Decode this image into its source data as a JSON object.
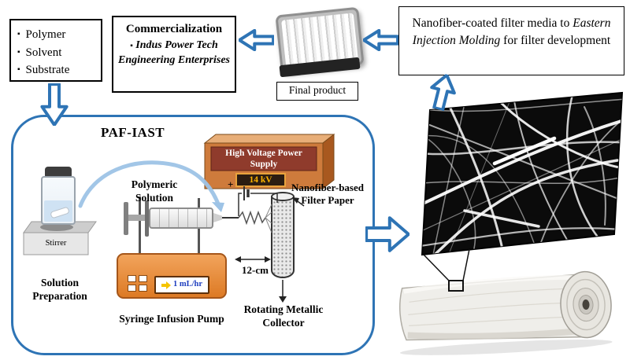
{
  "ui": {
    "bullet": "▪"
  },
  "inputs_box": {
    "items": [
      "Polymer",
      "Solvent",
      "Substrate"
    ]
  },
  "commercialization": {
    "title": "Commercialization",
    "partner": "Indus Power Tech Engineering Enterprises"
  },
  "final_product": {
    "caption": "Final product"
  },
  "handoff": {
    "pre": "Nanofiber-coated filter media to ",
    "emphasis": "Eastern Injection Molding",
    "post": " for filter development"
  },
  "lab": {
    "title": "PAF-IAST",
    "power_supply": {
      "name": "High Voltage Power Supply",
      "reading": "14 kV"
    },
    "stirrer": "Stirrer",
    "solution_preparation": "Solution Preparation",
    "polymeric_solution": "Polymeric Solution",
    "pump": {
      "name": "Syringe Infusion Pump",
      "rate": "1 mL/hr"
    },
    "filter_paper": "Nanofiber-based Filter Paper",
    "gap_distance": "12-cm",
    "collector": "Rotating Metallic Collector",
    "polarity_plus": "+"
  },
  "colors": {
    "accent_blue": "#2E74B5",
    "curve_blue": "#9DC3E6",
    "pump_orange": "#DD7A24",
    "power_supply_orange": "#CE7B3C",
    "panel_maroon": "#8F3B2C",
    "display_amber": "#FFB300",
    "liquid_blue": "#CFE2F3"
  }
}
